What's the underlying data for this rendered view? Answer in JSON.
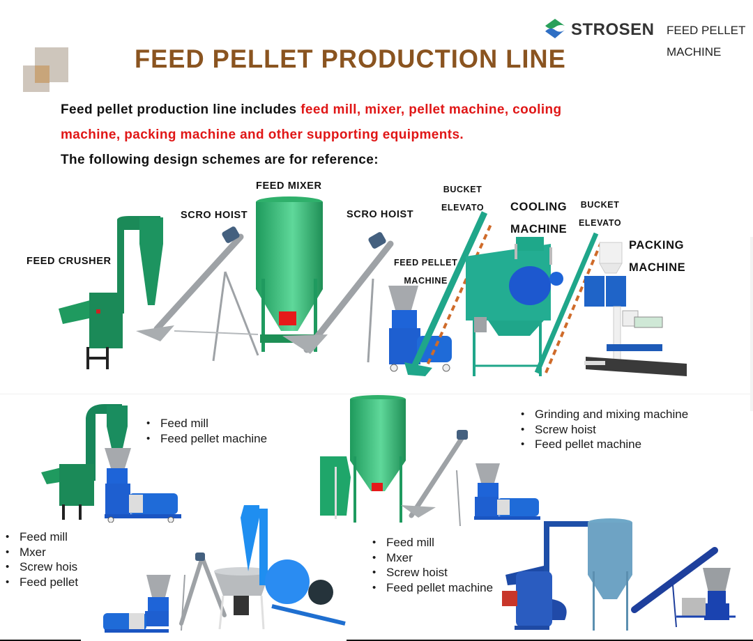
{
  "header": {
    "title": "FEED PELLET PRODUCTION LINE",
    "title_color": "#8a5420",
    "brand": {
      "name": "STROSEN",
      "tagline_line1": "FEED PELLET",
      "tagline_line2": "MACHINE",
      "logo_icon": "strosen-logo-icon",
      "colors": {
        "green": "#2aa05a",
        "blue": "#2f6fc4",
        "text": "#333333"
      }
    }
  },
  "intro": {
    "line1_black": "Feed pellet production line includes ",
    "line1_red": "feed mill, mixer, pellet machine, cooling",
    "line2_red": "machine, packing machine and other supporting equipments.",
    "line3": "The following design schemes are for reference:",
    "highlight_color": "#e01616"
  },
  "full_line": {
    "labels": {
      "feed_crusher": "FEED CRUSHER",
      "scro_hoist_1": "SCRO HOIST",
      "feed_mixer": "FEED MIXER",
      "scro_hoist_2": "SCRO HOIST",
      "bucket_elevator_1_l1": "BUCKET",
      "bucket_elevator_1_l2": "ELEVATO",
      "feed_pellet_machine_l1": "FEED PELLET",
      "feed_pellet_machine_l2": "MACHINE",
      "cooling_machine_l1": "COOLING",
      "cooling_machine_l2": "MACHINE",
      "bucket_elevator_2_l1": "BUCKET",
      "bucket_elevator_2_l2": "ELEVATO",
      "packing_machine_l1": "PACKING",
      "packing_machine_l2": "MACHINE"
    }
  },
  "schemes": [
    {
      "id": "scheme-1",
      "items": [
        "Feed mill",
        "Feed pellet machine"
      ]
    },
    {
      "id": "scheme-2",
      "items": [
        "Grinding and mixing machine",
        "Screw hoist",
        "Feed pellet machine"
      ]
    },
    {
      "id": "scheme-3",
      "items": [
        "Feed mill",
        "Mxer",
        "Screw hois",
        "Feed pellet"
      ]
    },
    {
      "id": "scheme-4",
      "items": [
        "Feed mill",
        "Mxer",
        "Screw hoist",
        "Feed pellet machine"
      ]
    }
  ],
  "colors": {
    "machine_green": "#1f9a5f",
    "machine_teal": "#1fa68a",
    "machine_blue": "#1e64d8",
    "steel": "#a9adb0"
  }
}
